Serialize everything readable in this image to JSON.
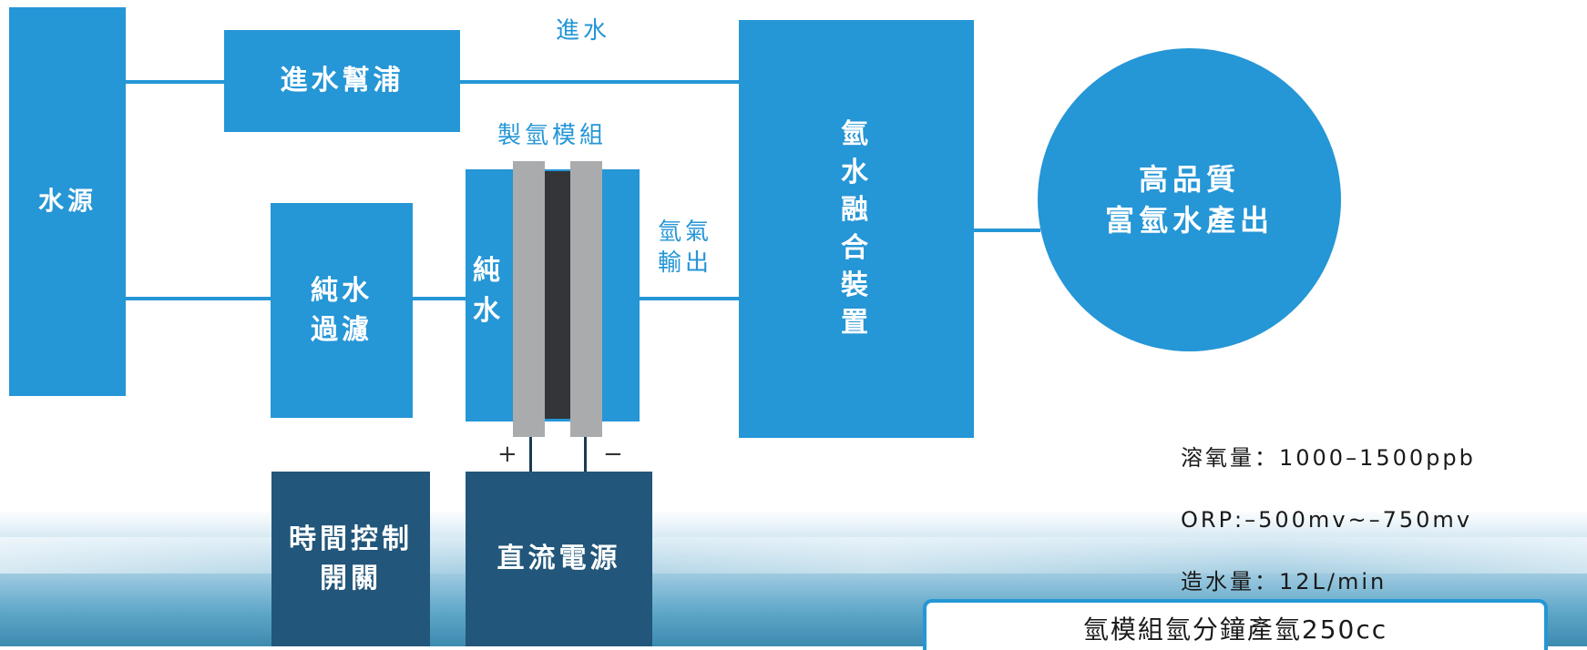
{
  "diagram": {
    "water_source": "水源",
    "inlet_pump": "進水幫浦",
    "inlet_label": "進水",
    "pure_filter": "純水\n過濾",
    "module_label": "製氫模組",
    "pure_water": "純\n水",
    "hydrogen_output": "氫氣\n輸出",
    "fusion_device": "氫\n水\n融\n合\n裝\n置",
    "output_circle": "高品質\n富氫水產出",
    "specs": {
      "dissolved": "溶氧量：1000–1500ppb",
      "orp": "ORP:–500mv~–750mv",
      "flow": "造水量：12L/min"
    },
    "timer_switch": "時間控制\n開關",
    "dc_power": "直流電源",
    "plus_sign": "+",
    "minus_sign": "−",
    "note": "氫模組氫分鐘產氫250cc"
  },
  "colors": {
    "primary_blue": "#2596d6",
    "dark_blue": "#22567a",
    "electrode_gray": "#a9abad",
    "membrane_dark": "#343538"
  }
}
